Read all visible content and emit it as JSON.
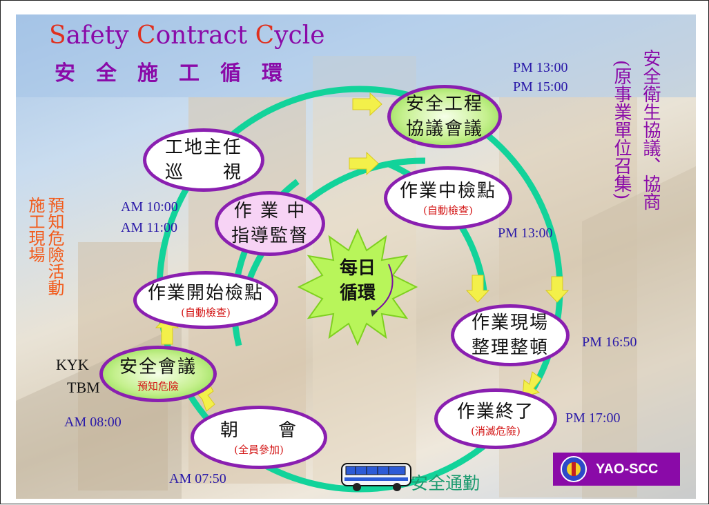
{
  "title": {
    "english_parts": [
      "S",
      "afety ",
      "C",
      "ontract ",
      "C",
      "ycle"
    ],
    "chinese": "安　全　施　工　循　環"
  },
  "center": {
    "line1": "每日",
    "line2": "循環"
  },
  "steps": {
    "safety_meeting_council": {
      "line1": "安全工程",
      "line2": "協議會議"
    },
    "in_work_check": {
      "line1": "作業中檢點",
      "sub": "(自動檢查)"
    },
    "site_tidy": {
      "line1": "作業現場",
      "line2": "整理整頓"
    },
    "work_end": {
      "line1": "作業終了",
      "sub": "(消滅危險)"
    },
    "morning_meeting": {
      "line1": "朝　　會",
      "sub": "(全員參加)"
    },
    "safety_meeting": {
      "line1": "安全會議",
      "sub": "預知危險"
    },
    "work_start_check": {
      "line1": "作業開始檢點",
      "sub": "(自動檢查)"
    },
    "supervision": {
      "line1": "作 業 中",
      "line2": "指導監督"
    },
    "site_director": {
      "line1": "工地主任",
      "line2": "巡　　視"
    }
  },
  "times": {
    "pm_1300_top": "PM 13:00",
    "pm_1500": "PM 15:00",
    "pm_1300_mid": "PM 13:00",
    "pm_1650": "PM 16:50",
    "pm_1700": "PM 17:00",
    "am_1000": "AM 10:00",
    "am_1100": "AM 11:00",
    "am_0800": "AM 08:00",
    "am_0750": "AM 07:50"
  },
  "kyk": "KYK",
  "tbm": "TBM",
  "right_vertical": {
    "col1": "安全衛生協議、協商",
    "col2": "(原事業單位召集)"
  },
  "left_vertical": {
    "col1": "預知危險活動",
    "col2": "施工現場"
  },
  "commute": "安全通勤",
  "logo": {
    "text": "YAO-SCC"
  },
  "colors": {
    "ring": "#12d39a",
    "ellipse_border": "#8a1fb0",
    "title_red": "#e0301e",
    "title_purple": "#8a0aa8",
    "time_blue": "#2a1aa8",
    "orange": "#f25a1a"
  },
  "icons": [
    "bus-icon",
    "logo-emblem-icon",
    "star-burst-icon",
    "arrow-icon"
  ]
}
